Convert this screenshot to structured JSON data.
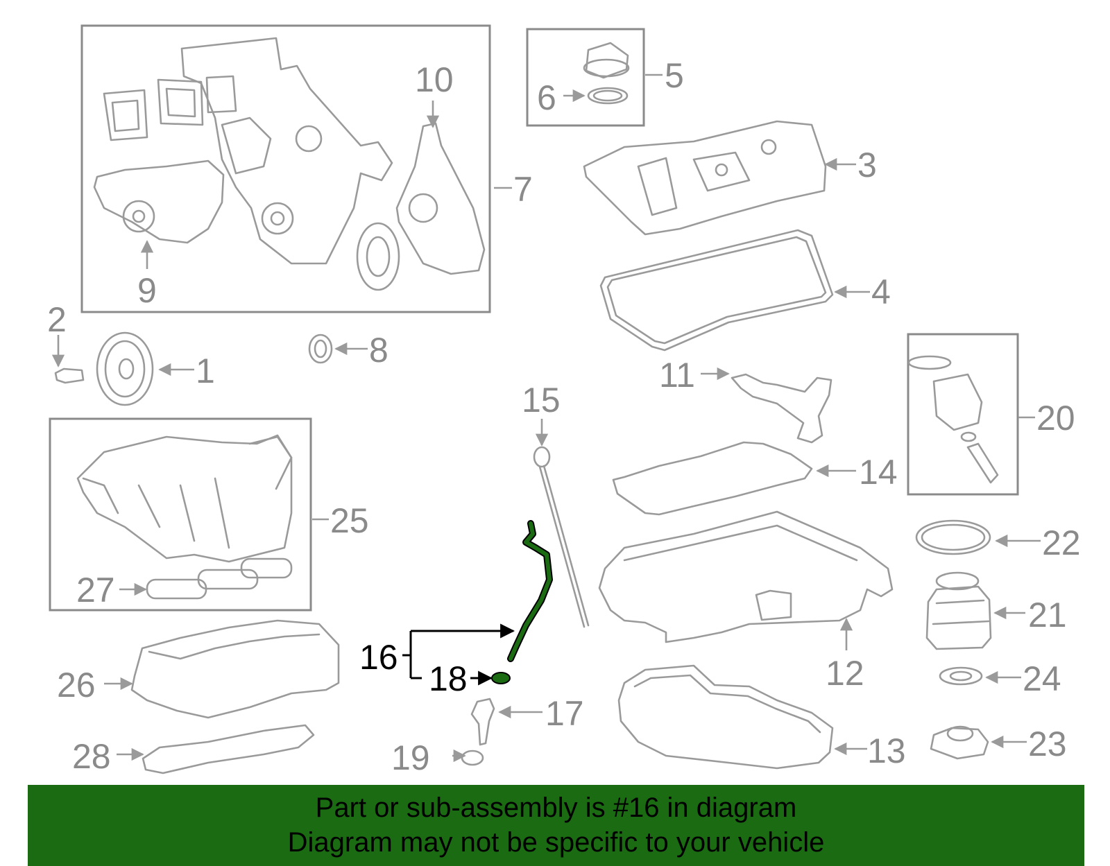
{
  "callouts": {
    "c1": "1",
    "c2": "2",
    "c3": "3",
    "c4": "4",
    "c5": "5",
    "c6": "6",
    "c7": "7",
    "c8": "8",
    "c9": "9",
    "c10": "10",
    "c11": "11",
    "c12": "12",
    "c13": "13",
    "c14": "14",
    "c15": "15",
    "c16": "16",
    "c17": "17",
    "c18": "18",
    "c19": "19",
    "c20": "20",
    "c21": "21",
    "c22": "22",
    "c23": "23",
    "c24": "24",
    "c25": "25",
    "c26": "26",
    "c27": "27",
    "c28": "28"
  },
  "highlight": {
    "part": "16",
    "color": "#1a6b12"
  },
  "footer": {
    "line1": "Part or sub-assembly is #16 in diagram",
    "line2": "Diagram may not be specific to your vehicle",
    "background": "#1a6b12"
  }
}
